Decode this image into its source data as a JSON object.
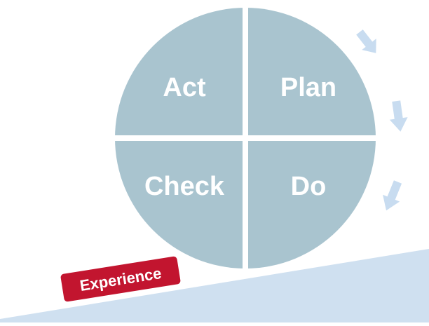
{
  "cycle": {
    "quadrants": [
      {
        "id": "act",
        "label": "Act"
      },
      {
        "id": "plan",
        "label": "Plan"
      },
      {
        "id": "check",
        "label": "Check"
      },
      {
        "id": "do",
        "label": "Do"
      }
    ],
    "arrow_count": 3
  },
  "badge": {
    "label": "Experience"
  },
  "colors": {
    "circle_fill": "#a9c4cf",
    "ramp_fill": "#cfe0f0",
    "arrow_fill": "#c8dcf0",
    "badge_fill": "#c2152f",
    "text": "#ffffff"
  }
}
